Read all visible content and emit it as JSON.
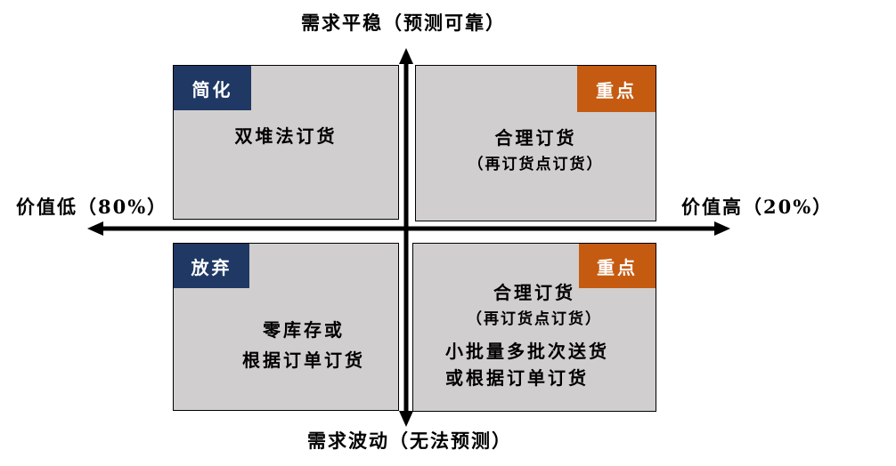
{
  "axes": {
    "top": "需求平稳（预测可靠）",
    "bottom": "需求波动（无法预测）",
    "left": "价值低（80%）",
    "right": "价值高（20%）"
  },
  "quadrants": {
    "top_left": {
      "badge": "简化",
      "lines": [
        "双堆法订货"
      ]
    },
    "top_right": {
      "badge": "重点",
      "lines": [
        "合理订货",
        "（再订货点订货）"
      ]
    },
    "bottom_left": {
      "badge": "放弃",
      "lines": [
        "零库存或",
        "根据订单订货"
      ]
    },
    "bottom_right": {
      "badge": "重点",
      "lines": [
        "合理订货",
        "（再订货点订货）",
        "小批量多批次送货",
        "或根据订单订货"
      ]
    }
  },
  "colors": {
    "navy": "#1f3864",
    "orange": "#c55a11",
    "box": "#d0cece"
  }
}
